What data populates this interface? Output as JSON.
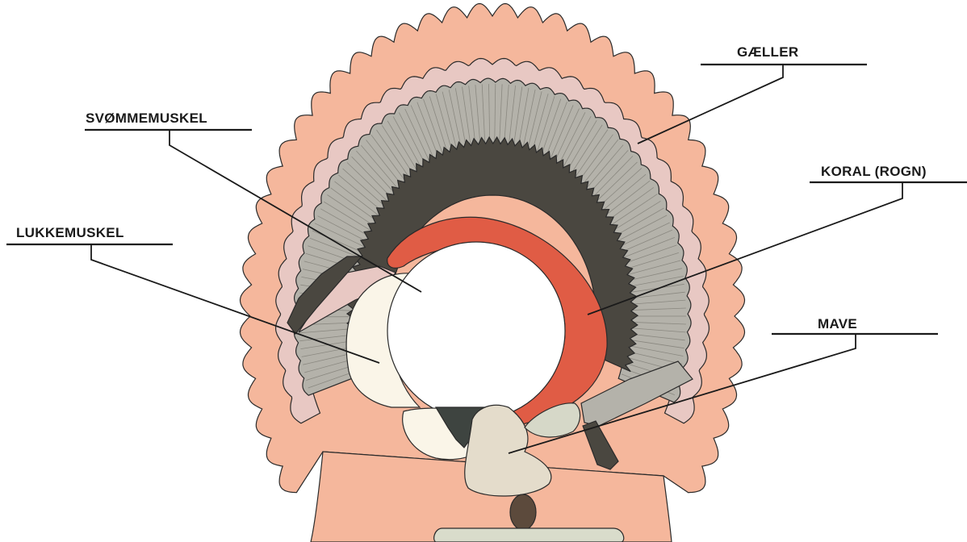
{
  "labels": {
    "gills": "GÆLLER",
    "swim_muscle": "SVØMMEMUSKEL",
    "coral": "KORAL (ROGN)",
    "adductor": "LUKKEMUSKEL",
    "stomach": "MAVE"
  },
  "colors": {
    "mantle": "#f5b79c",
    "mantle_inner": "#e8c8c3",
    "gills": "#b4b2aa",
    "gill_base": "#4a4740",
    "coral": "#e05c45",
    "adductor": "#faf5e8",
    "stomach": "#e4dccb",
    "dark_part": "#3e4440",
    "hinge_pink": "#e8c8c3"
  }
}
